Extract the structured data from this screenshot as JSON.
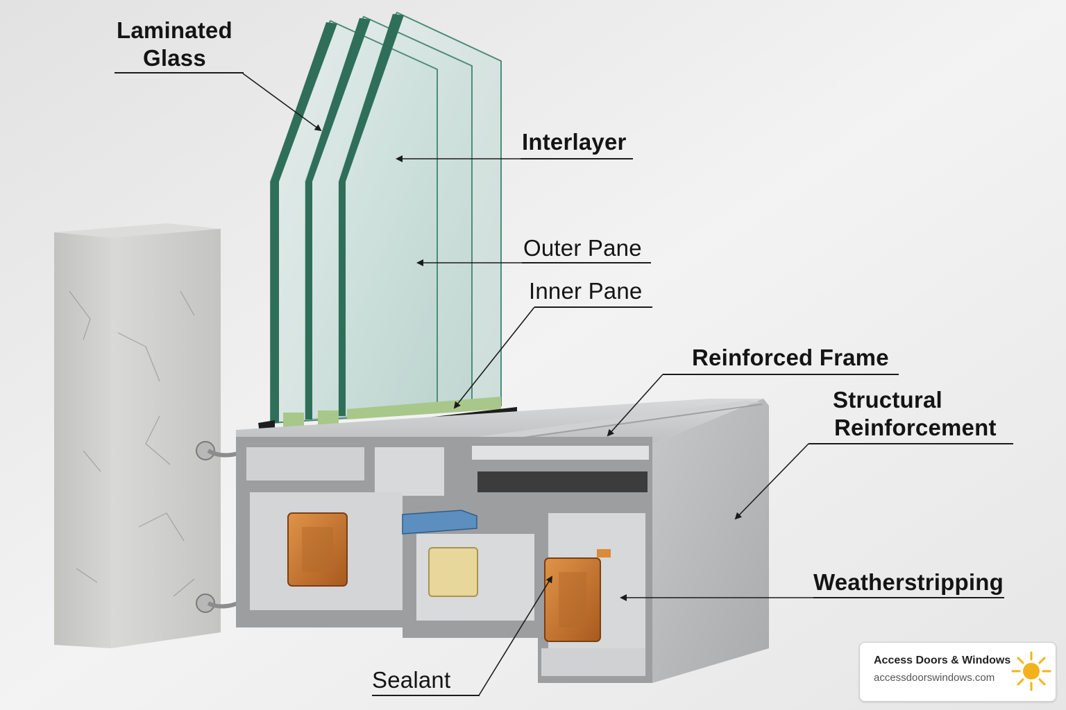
{
  "labels": {
    "laminated_glass_line1": "Laminated",
    "laminated_glass_line2": "Glass",
    "interlayer": "Interlayer",
    "outer_pane": "Outer Pane",
    "inner_pane": "Inner Pane",
    "reinforced_frame": "Reinforced Frame",
    "structural_reinforcement_line1": "Structural",
    "structural_reinforcement_line2": "Reinforcement",
    "weatherstripping": "Weatherstripping",
    "sealant": "Sealant"
  },
  "brand": {
    "name": "Access Doors & Windows",
    "url": "accessdoorswindows.com",
    "icon": "sun-icon",
    "accent": "#f2b21e"
  },
  "colors": {
    "background": "#ececec",
    "concrete": "#c9c9c7",
    "glass": "#cfe3df",
    "glass_edge": "#2f6f5a",
    "frame": "#bdbfc0",
    "spacer_green": "#a8c78a",
    "sealant_orange": "#d98a3a",
    "insert_yellow": "#e8d79a",
    "gasket_blue": "#5c8fc0",
    "reinforcement_copper": "#c8742c"
  }
}
